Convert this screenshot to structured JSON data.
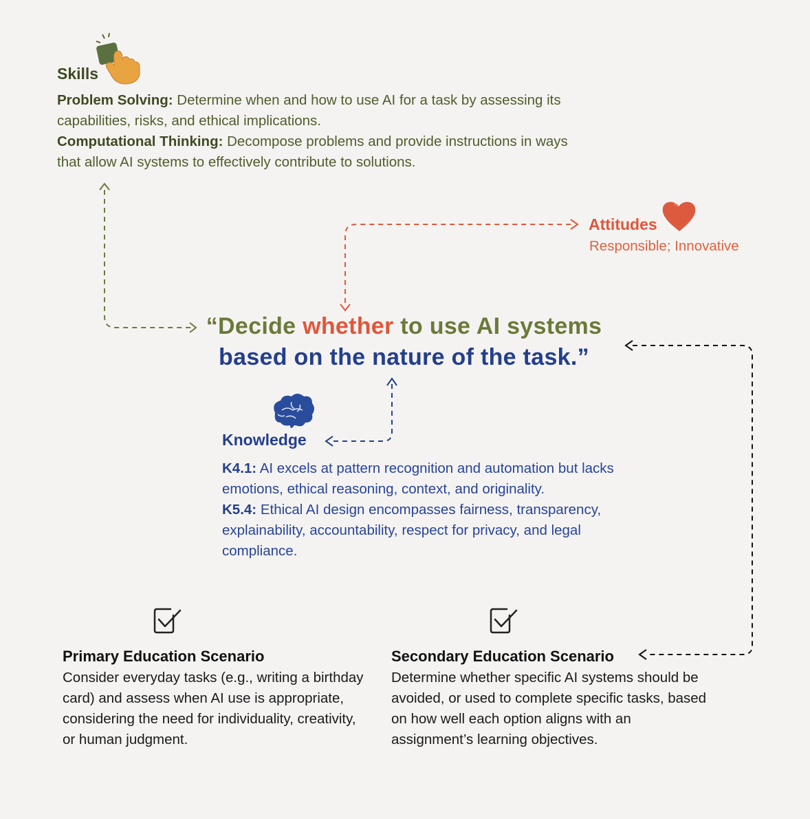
{
  "skills": {
    "title": "Skills",
    "items": [
      {
        "label": "Problem Solving:",
        "text": " Determine when and how to use AI for a task by assessing its capabilities, risks, and ethical implications."
      },
      {
        "label": "Computational Thinking:",
        "text": " Decompose problems and provide instructions in ways that allow AI systems to effectively contribute to solutions."
      }
    ]
  },
  "attitudes": {
    "title": "Attitudes",
    "text": "Responsible; Innovative"
  },
  "headline": {
    "open_quote": "“",
    "part1": "Decide ",
    "part2": "whether",
    "part3": " to use AI systems",
    "line2": "based on the nature of the task.”"
  },
  "knowledge": {
    "title": "Knowledge",
    "items": [
      {
        "label": "K4.1:",
        "text": " AI excels at pattern recognition and automation but lacks emotions, ethical reasoning, context, and originality."
      },
      {
        "label": "K5.4:",
        "text": " Ethical AI design encompasses fairness, transparency, explainability, accountability, respect for privacy, and legal compliance."
      }
    ]
  },
  "scenarios": {
    "primary": {
      "title": "Primary Education Scenario",
      "text": "Consider everyday tasks (e.g., writing a birthday card) and assess when AI use is appropriate, considering the need for individuality, creativity, or human judgment."
    },
    "secondary": {
      "title": "Secondary Education Scenario",
      "text": "Determine whether specific AI systems should be avoided, or used to complete specific tasks, based on how well each option aligns with an assignment’s learning objectives."
    }
  },
  "colors": {
    "olive": "#5b6a33",
    "coral": "#e0563b",
    "navy": "#233f8e",
    "background": "#f5f3f1"
  },
  "icons": [
    "hand-pointer-icon",
    "heart-icon",
    "brain-icon",
    "checkbox-icon"
  ]
}
